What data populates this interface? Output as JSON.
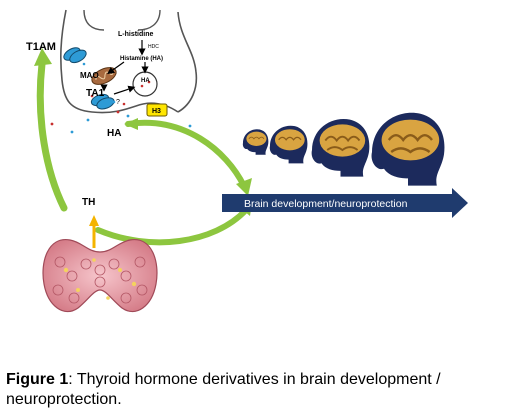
{
  "diagram": {
    "labels": {
      "t1am": "T1AM",
      "l_histidine": "L-histidine",
      "hdc": "HDC",
      "histamine": "Histamine (HA)",
      "mao": "MAO",
      "ha_vesicle": "HA",
      "ta1": "TA1",
      "h3": "H3",
      "ha": "HA",
      "th": "TH",
      "question": "?"
    },
    "arrow_text": "Brain development/neuroprotection",
    "colors": {
      "green_arrow": "#8dc63f",
      "blue_arrow": "#1f3b6e",
      "transporter": "#2e9bd6",
      "h3_fill": "#ffe600",
      "brain": "#d9a441",
      "head": "#1c2a5c",
      "thyroid": "#e5a0a8",
      "orange_arrow": "#f4b400"
    }
  },
  "caption": {
    "label": "Figure 1",
    "text": ": Thyroid hormone derivatives in brain development / neuroprotection."
  }
}
